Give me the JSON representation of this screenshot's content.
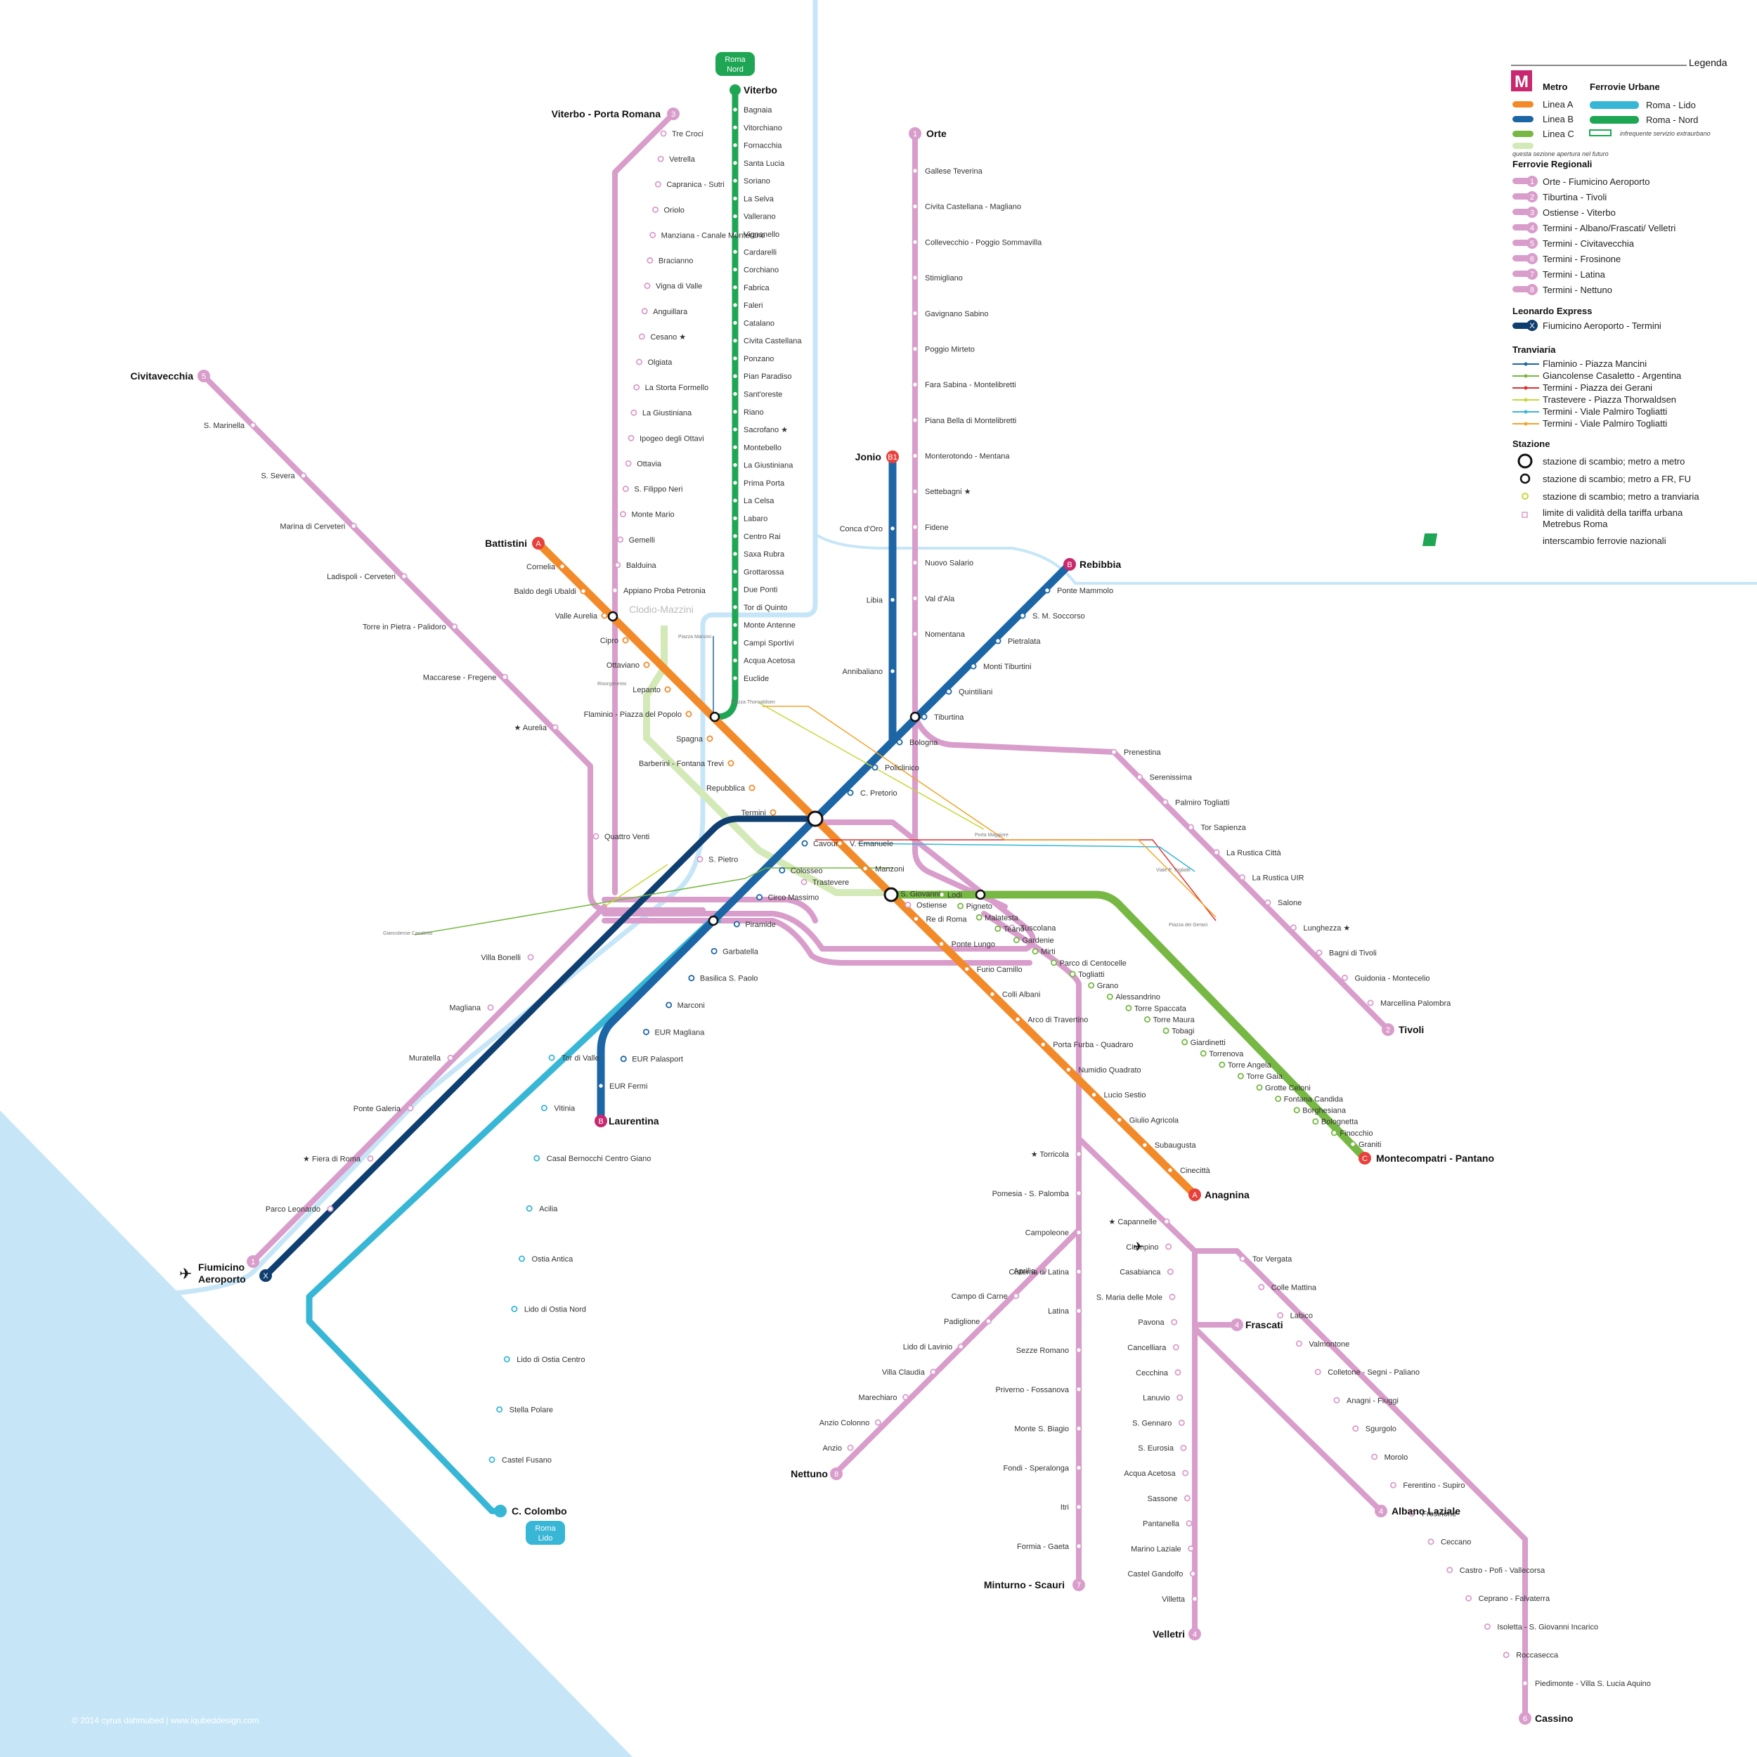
{
  "colors": {
    "sea": "#c6e6f8",
    "river": "#c6e6f8",
    "lineA": "#f28a2a",
    "lineB": "#1d66a6",
    "lineC": "#76b843",
    "lineCfuture": "#d4e9b8",
    "fr": "#d99dcb",
    "lido": "#37b6d5",
    "nord": "#1fa655",
    "express": "#0f3f70",
    "brand": "#c8286e"
  },
  "credit": "© 2014 cyrus dahmubed | www.iqubeddesign.com",
  "legend": {
    "title": "Legenda",
    "metro": "Metro",
    "ferrovie_urbane": "Ferrovie Urbane",
    "linea_a": "Linea A",
    "linea_b": "Linea B",
    "linea_c": "Linea C",
    "future_note": "questa sezione apertura nel futuro",
    "roma_lido": "Roma - Lido",
    "roma_nord": "Roma - Nord",
    "infrequent_note": "infrequente servizio extraurbano",
    "ferrovie_regionali": "Ferrovie Regionali",
    "fr": [
      {
        "num": "1",
        "label": "Orte - Fiumicino Aeroporto"
      },
      {
        "num": "2",
        "label": "Tiburtina - Tivoli"
      },
      {
        "num": "3",
        "label": "Ostiense - Viterbo"
      },
      {
        "num": "4",
        "label": "Termini - Albano/Frascati/ Velletri"
      },
      {
        "num": "5",
        "label": "Termini - Civitavecchia"
      },
      {
        "num": "6",
        "label": "Termini - Frosinone"
      },
      {
        "num": "7",
        "label": "Termini - Latina"
      },
      {
        "num": "8",
        "label": "Termini - Nettuno"
      }
    ],
    "leonardo_head": "Leonardo Express",
    "leonardo_label": "Fiumicino Aeroporto - Termini",
    "tranviaria": "Tranviaria",
    "trams": [
      {
        "label": "Flaminio - Piazza Mancini",
        "color": "#1d66a6"
      },
      {
        "label": "Giancolense Casaletto - Argentina",
        "color": "#76b843"
      },
      {
        "label": "Termini - Piazza dei Gerani",
        "color": "#e03030"
      },
      {
        "label": "Trastevere - Piazza Thorwaldsen",
        "color": "#c8d637"
      },
      {
        "label": "Termini - Viale Palmiro Togliatti",
        "color": "#37b6d5"
      },
      {
        "label": "Termini - Viale Palmiro Togliatti",
        "color": "#f2a32a"
      }
    ],
    "stazione": "Stazione",
    "stazione_items": [
      "stazione di scambio; metro a metro",
      "stazione di scambio; metro a FR, FU",
      "stazione di scambio; metro a tranviaria",
      "limite di validità della tariffa urbana",
      "Metrebus Roma",
      "interscambio ferrovie nazionali"
    ]
  },
  "badges": {
    "roma_nord": [
      "Roma",
      "Nord"
    ],
    "roma_lido": [
      "Roma",
      "Lido"
    ]
  },
  "terminals": {
    "viterbo_pr": "Viterbo - Porta Romana",
    "viterbo": "Viterbo",
    "orte": "Orte",
    "civitavecchia": "Civitavecchia",
    "battistini": "Battistini",
    "jonio": "Jonio",
    "rebibbia": "Rebibbia",
    "tivoli": "Tivoli",
    "montecompatri": "Montecompatri - Pantano",
    "anagnina": "Anagnina",
    "laurentina": "Laurentina",
    "fiumicino": [
      "Fiumicino",
      "Aeroporto"
    ],
    "colombo": "C. Colombo",
    "nettuno": "Nettuno",
    "minturno": "Minturno - Scauri",
    "frascati": "Frascati",
    "albano": "Albano Laziale",
    "velletri": "Velletri",
    "cassino": "Cassino",
    "clodio": "Clodio-Mazzini"
  },
  "stations": {
    "nord": [
      "Bagnaia",
      "Vitorchiano",
      "Fornacchia",
      "Santa Lucia",
      "Soriano",
      "La Selva",
      "Vallerano",
      "Vignanello",
      "Cardarelli",
      "Corchiano",
      "Fabrica",
      "Faleri",
      "Catalano",
      "Civita Castellana",
      "Ponzano",
      "Pian Paradiso",
      "Sant'oreste",
      "Riano",
      "Sacrofano ★",
      "Montebello",
      "La Giustiniana",
      "Prima Porta",
      "La Celsa",
      "Labaro",
      "Centro Rai",
      "Saxa Rubra",
      "Grottarossa",
      "Due Ponti",
      "Tor di Quinto",
      "Monte Antenne",
      "Campi Sportivi",
      "Acqua Acetosa",
      "Euclide"
    ],
    "fr3": [
      "Tre Croci",
      "Vetrella",
      "Capranica - Sutri",
      "Oriolo",
      "Manziana - Canale Monterano",
      "Bracianno",
      "Vigna di Valle",
      "Anguillara",
      "Cesano ★",
      "Olgiata",
      "La Storta Formello",
      "La Giustiniana",
      "Ipogeo degli Ottavi",
      "Ottavia",
      "S. Filippo Neri",
      "Monte Mario",
      "Gemelli",
      "Balduina",
      "Appiano Proba Petronia"
    ],
    "fr1n": [
      "Gallese Teverina",
      "Civita Castellana - Magliano",
      "Collevecchio - Poggio Sommavilla",
      "Stimigliano",
      "Gavignano Sabino",
      "Poggio Mirteto",
      "Fara Sabina - Montelibretti",
      "Piana Bella di Montelibretti",
      "Monterotondo - Mentana",
      "Settebagni ★",
      "Fidene",
      "Nuovo Salario",
      "Val d'Ala",
      "Nomentana"
    ],
    "fr5": [
      "S. Marinella",
      "S. Severa",
      "Marina di Cerveteri",
      "Ladispoli - Cerveteri",
      "Torre in Pietra - Palidoro",
      "Maccarese - Fregene",
      "★ Aurelia"
    ],
    "lineA_nw": [
      "Cornelia",
      "Baldo degli Ubaldi",
      "Valle Aurelia",
      "Cipro",
      "Ottaviano",
      "Lepanto",
      "Flaminio - Piazza del Popolo",
      "Spagna",
      "Barberini - Fontana Trevi",
      "Repubblica",
      "Termini"
    ],
    "lineA_se": [
      "V. Emanuele",
      "Manzoni",
      "S. Giovanni",
      "Re di Roma",
      "Ponte Lungo",
      "Furio Camillo",
      "Colli Albani",
      "Arco di Travertino",
      "Porta Furba - Quadraro",
      "Numidio Quadrato",
      "Lucio Sestio",
      "Giulio Agricola",
      "Subaugusta",
      "Cinecittà"
    ],
    "lineB_ne": [
      "Ponte Mammolo",
      "S. M. Soccorso",
      "Pietralata",
      "Monti Tiburtini",
      "Quintiliani",
      "Tiburtina",
      "Bologna",
      "Policlinico",
      "C. Pretorio"
    ],
    "lineB1": [
      "Conca d'Oro",
      "Libia",
      "Annibaliano"
    ],
    "lineB_sw": [
      "Cavour",
      "Colosseo",
      "Circo Massimo",
      "Piramide",
      "Garbatella",
      "Basilica S. Paolo",
      "Marconi",
      "EUR Magliana",
      "EUR Palasport",
      "EUR Fermi"
    ],
    "lineC": [
      "Lodi",
      "Pigneto",
      "Malatesta",
      "Teano",
      "Gardenie",
      "Mirti",
      "Parco di Centocelle",
      "Togliatti",
      "Grano",
      "Alessandrino",
      "Torre Spaccata",
      "Torre Maura",
      "Tobagi",
      "Giardinetti",
      "Torrenova",
      "Torre Angela",
      "Torre Gaia",
      "Grotte Celoni",
      "Fontana Candida",
      "Borghesiana",
      "Bolognetta",
      "Finocchio",
      "Graniti"
    ],
    "fr2": [
      "Prenestina",
      "Serenissima",
      "Palmiro Togliatti",
      "Tor Sapienza",
      "La Rustica Città",
      "La Rustica UIR",
      "Salone",
      "Lunghezza ★",
      "Bagni di Tivoli",
      "Guidonia - Montecelio",
      "Marcellina Palombra"
    ],
    "lido": [
      "Tor di Valle",
      "Vitinia",
      "Casal Bernocchi Centro Giano",
      "Acilia",
      "Ostia Antica",
      "Lido di Ostia Nord",
      "Lido di Ostia Centro",
      "Stella Polare",
      "Castel Fusano"
    ],
    "fr1s": [
      "Villa Bonelli",
      "Magliana",
      "Muratella",
      "Ponte Galeria",
      "★ Fiera di Roma",
      "Parco Leonardo"
    ],
    "fr7": [
      "★ Torricola",
      "Pomesia - S. Palomba",
      "Campoleone",
      "Cisterna di Latina",
      "Latina",
      "Sezze Romano",
      "Priverno - Fossanova",
      "Monte S. Biagio",
      "Fondi - Speralonga",
      "Itri",
      "Formia - Gaeta"
    ],
    "fr8": [
      "Aprilia",
      "Campo di Carne",
      "Padiglione",
      "Lido di Lavinio",
      "Villa Claudia",
      "Marechiaro",
      "Anzio Colonno",
      "Anzio"
    ],
    "fr4": [
      "★ Capannelle",
      "Ciampino",
      "Casabianca",
      "S. Maria delle Mole",
      "Pavona",
      "Cancelliara",
      "Cecchina",
      "Lanuvio",
      "S. Gennaro",
      "S. Eurosia",
      "Acqua Acetosa",
      "Sassone",
      "Pantanella",
      "Marino Laziale",
      "Castel Gandolfo",
      "Villetta"
    ],
    "fr6": [
      "Tor Vergata",
      "Colle Mattina",
      "Labico",
      "Valmontone",
      "Colletone - Segni - Paliano",
      "Anagni - Fiuggi",
      "Sgurgolo",
      "Morolo",
      "Ferentino - Supiro",
      "Frosinone",
      "Ceccano",
      "Castro - Pofi - Vallecorsa",
      "Ceprano - Falvaterra",
      "Isoletta - S. Giovanni Incarico",
      "Roccasecca",
      "Piedimonte - Villa S. Lucia Aquino"
    ],
    "central": [
      "Quattro Venti",
      "S. Pietro",
      "Trastevere",
      "Ostiense",
      "Tuscolana"
    ]
  },
  "tram_labels": [
    "Piazza Mancini",
    "Piazza Thorwaldsen",
    "Porta Maggiore",
    "Piazza dei Gerani",
    "Viale P. Togliatti",
    "Giancolense Casaletto",
    "Risorgimento"
  ]
}
